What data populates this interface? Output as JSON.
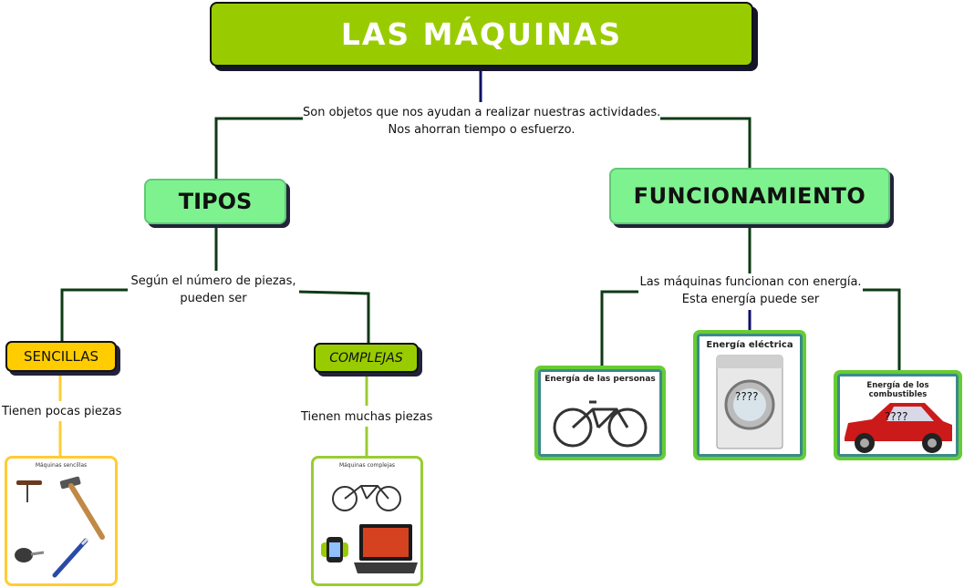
{
  "title": "LAS MÁQUINAS",
  "definition": {
    "line1": "Son objetos que nos ayudan a realizar nuestras actividades.",
    "line2": "Nos ahorran tiempo o esfuerzo."
  },
  "tipos": {
    "label": "TIPOS",
    "criterion_line1": "Según el número de piezas,",
    "criterion_line2": "pueden ser",
    "sencillas": {
      "label": "SENCILLAS",
      "description": "Tienen pocas piezas",
      "card_caption": "Máquinas sencillas",
      "items": [
        "corkscrew",
        "hammer",
        "bottle-opener",
        "pen"
      ]
    },
    "complejas": {
      "label": "COMPLEJAS",
      "description": "Tienen muchas piezas",
      "card_caption": "Máquinas complejas",
      "items": [
        "bicycle",
        "watch",
        "laptop"
      ]
    }
  },
  "funcionamiento": {
    "label": "FUNCIONAMIENTO",
    "criterion_line1": "Las máquinas funcionan con energía.",
    "criterion_line2": "Esta energía puede ser",
    "energies": [
      {
        "label": "Energía de las personas",
        "image": "bicycle"
      },
      {
        "label": "Energía eléctrica",
        "image": "washing-machine",
        "mark": "????"
      },
      {
        "label": "Energía de los combustibles",
        "image": "car",
        "mark": "????"
      }
    ]
  },
  "colors": {
    "title_box": "#99cc00",
    "level2_box": "#7ef28e",
    "sencillas_box": "#ffcc00",
    "complejas_box": "#99cc00",
    "connector": "#1a3a1a"
  }
}
